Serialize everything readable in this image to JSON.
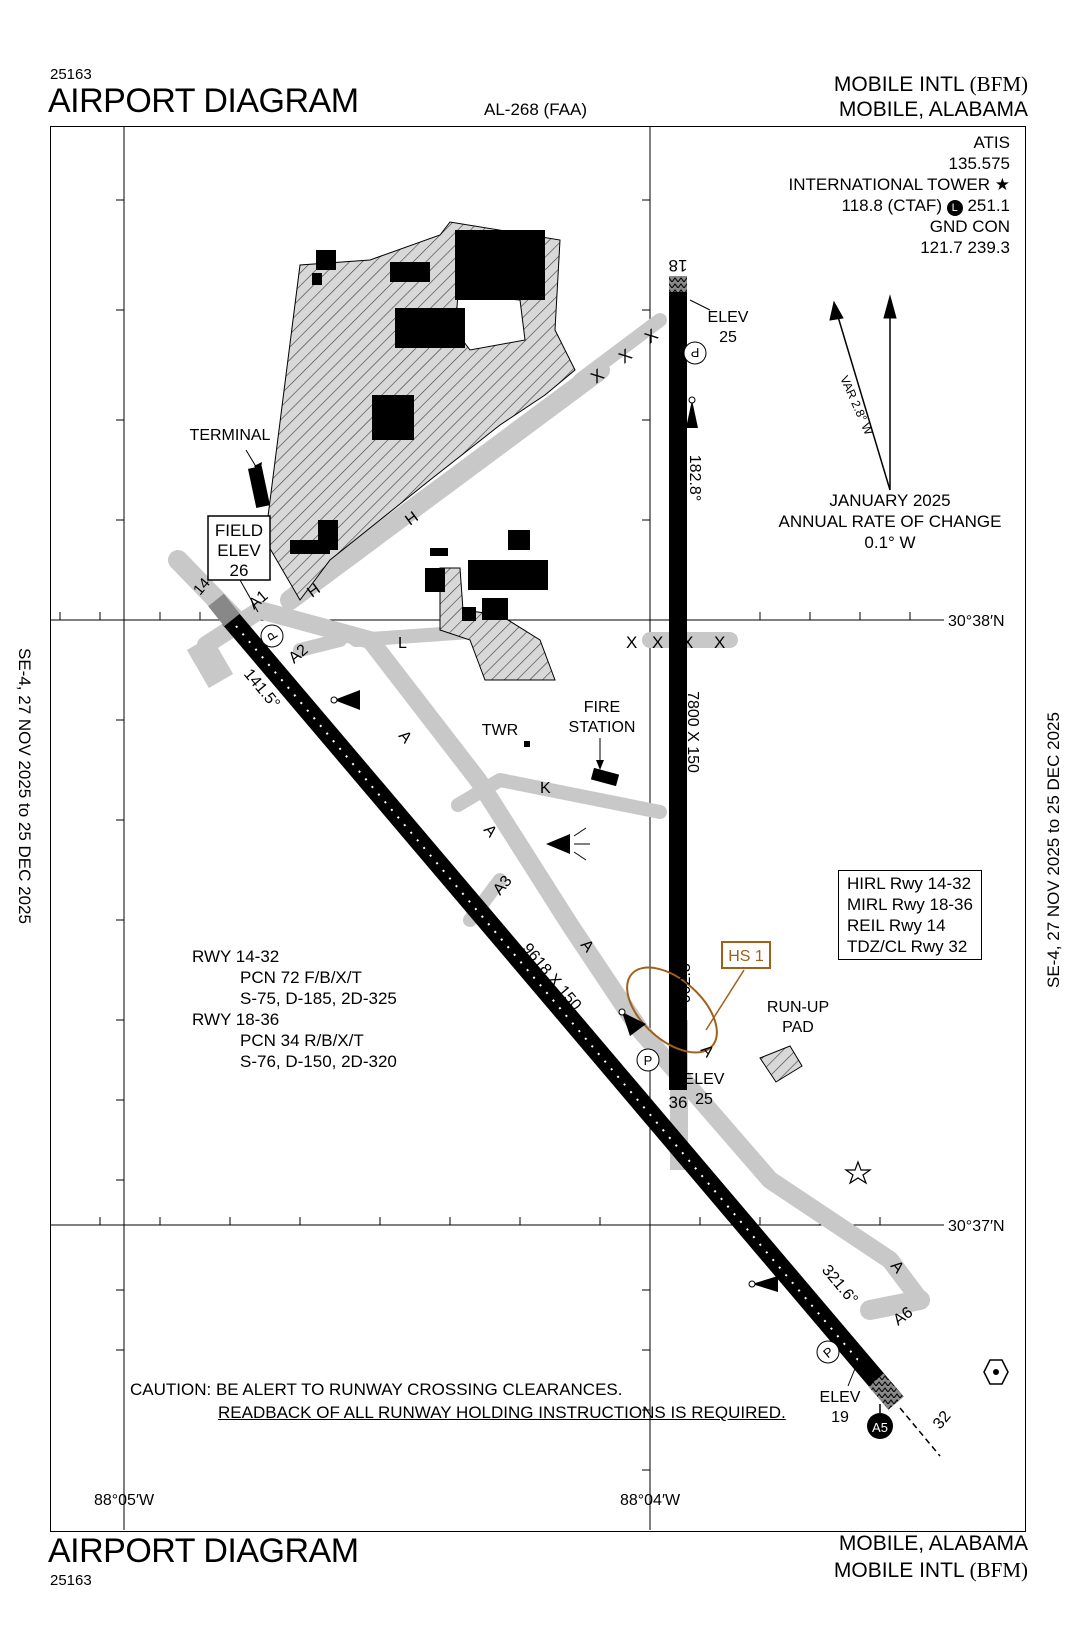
{
  "header": {
    "volume_code_top": "25163",
    "title_top": "AIRPORT DIAGRAM",
    "procedure_id": "AL-268 (FAA)",
    "airport_name_top": "MOBILE INTL",
    "airport_id_top": "(BFM)",
    "city_state_top": "MOBILE, ALABAMA"
  },
  "footer": {
    "title_bottom": "AIRPORT DIAGRAM",
    "volume_code_bottom": "25163",
    "city_state_bottom": "MOBILE, ALABAMA",
    "airport_name_bottom": "MOBILE INTL",
    "airport_id_bottom": "(BFM)"
  },
  "margins": {
    "left_cycle": "SE-4,  27 NOV 2025  to  25 DEC 2025",
    "right_cycle": "SE-4,  27 NOV 2025  to  25 DEC 2025"
  },
  "communications": {
    "atis_label": "ATIS",
    "atis_freq": "135.575",
    "tower_label": "INTERNATIONAL TOWER",
    "tower_freq_a": "118.8 (CTAF)",
    "lighting_symbol": "L",
    "tower_freq_b": "251.1",
    "ground_label": "GND CON",
    "ground_freq": "121.7  239.3"
  },
  "magnetic": {
    "variation": "VAR 2.8° W",
    "date_label": "JANUARY 2025",
    "rate_label": "ANNUAL RATE OF CHANGE",
    "rate_value": "0.1° W"
  },
  "coordinates": {
    "lat_upper": "30°38′N",
    "lat_lower": "30°37′N",
    "lon_left": "88°05′W",
    "lon_right": "88°04′W"
  },
  "runways": {
    "rwy_18_end": "18",
    "rwy_36_end": "36",
    "rwy_14_end": "14",
    "rwy_32_end": "32",
    "rwy_18_36_dims": "7800 X 150",
    "rwy_14_32_dims": "9618 X 150",
    "heading_182": "182.8°",
    "heading_002": "002.8°",
    "heading_141": "141.5°",
    "heading_321": "321.6°",
    "elev_18_label": "ELEV",
    "elev_18_value": "25",
    "elev_36_label": "ELEV",
    "elev_36_value": "25",
    "elev_32_label": "ELEV",
    "elev_32_value": "19"
  },
  "field": {
    "field_elev_l1": "FIELD",
    "field_elev_l2": "ELEV",
    "field_elev_value": "26"
  },
  "labels": {
    "terminal": "TERMINAL",
    "twr": "TWR",
    "fire_station_1": "FIRE",
    "fire_station_2": "STATION",
    "runup_1": "RUN-UP",
    "runup_2": "PAD",
    "hotspot": "HS 1",
    "parking_symbol": "P",
    "a5_symbol": "A5",
    "twy_a": "A",
    "twy_a1": "A1",
    "twy_a2": "A2",
    "twy_a3": "A3",
    "twy_a6": "A6",
    "twy_h": "H",
    "twy_k": "K",
    "twy_l": "L",
    "x_mark": "X"
  },
  "lighting": {
    "line1": "HIRL Rwy 14-32",
    "line2": "MIRL Rwy 18-36",
    "line3": "REIL Rwy 14",
    "line4": "TDZ/CL Rwy 32"
  },
  "pcn": {
    "rwy1": "RWY 14-32",
    "rwy1_pcn": "PCN 72 F/B/X/T",
    "rwy1_wt": "S-75, D-185, 2D-325",
    "rwy2": "RWY 18-36",
    "rwy2_pcn": "PCN 34 R/B/X/T",
    "rwy2_wt": "S-76, D-150, 2D-320"
  },
  "notes": {
    "caution_line1": "CAUTION: BE ALERT TO RUNWAY CROSSING CLEARANCES.",
    "caution_line2": "READBACK OF ALL RUNWAY HOLDING INSTRUCTIONS IS REQUIRED."
  },
  "colors": {
    "hotspot": "#a0601a",
    "taxiway": "#c8c8c8",
    "runway": "#000000"
  }
}
